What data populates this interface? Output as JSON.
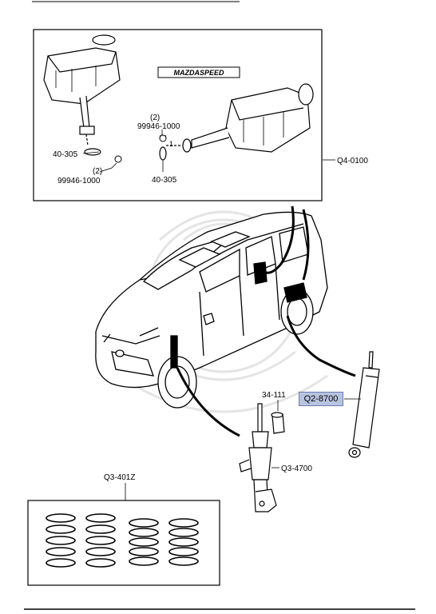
{
  "exhaust_kit": {
    "part_number": "Q4-0100",
    "brand_badge": "MAZDASPEED",
    "callouts": {
      "bolt_left": "99946-1000",
      "bolt_left_qty": "(2)",
      "gasket_left": "40-305",
      "bolt_right": "99946-1000",
      "bolt_right_qty": "(2)",
      "gasket_right": "40-305",
      "marker": "1"
    }
  },
  "suspension": {
    "rear_shock": "Q2-8700",
    "bump_stop": "34-111",
    "front_strut": "Q3-4700",
    "spring_kit": "Q3-401Z"
  },
  "colors": {
    "highlight_fill": "#b8c3df",
    "highlight_border": "#6a7bb0",
    "line": "#000000"
  }
}
